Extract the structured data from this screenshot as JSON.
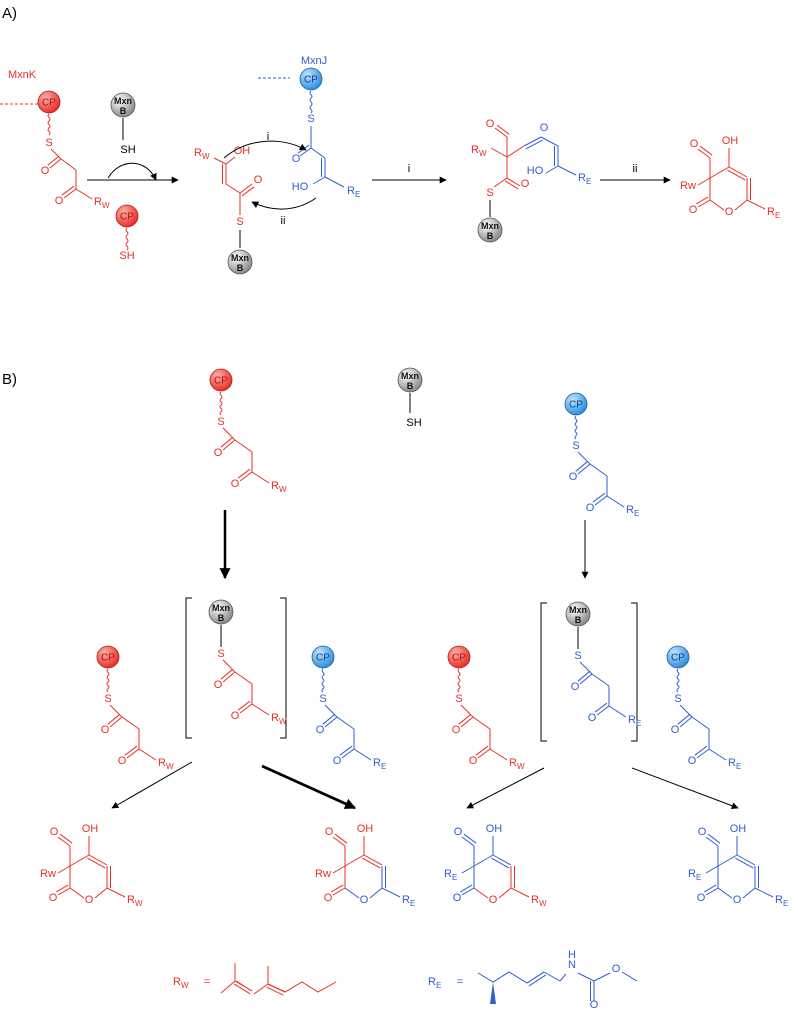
{
  "panel_a": {
    "label": "A)",
    "mxnk": "MxnK",
    "mxnj": "MxnJ",
    "step_i": "i",
    "step_ii": "ii"
  },
  "panel_b": {
    "label": "B)"
  },
  "atoms": {
    "cp": "CP",
    "mxn": "Mxn",
    "b": "B",
    "sh": "SH",
    "s": "S",
    "o": "O",
    "oh": "OH",
    "ho": "HO",
    "r": "R",
    "rw_sub": "W",
    "re_sub": "E",
    "rw_label": "Rw"
  },
  "legend": {
    "equals": "=",
    "n": "N",
    "h": "H"
  },
  "colors": {
    "red": "#e8302a",
    "blue": "#2f5fd0",
    "black": "#000000",
    "grey": "#8c8c8c"
  }
}
